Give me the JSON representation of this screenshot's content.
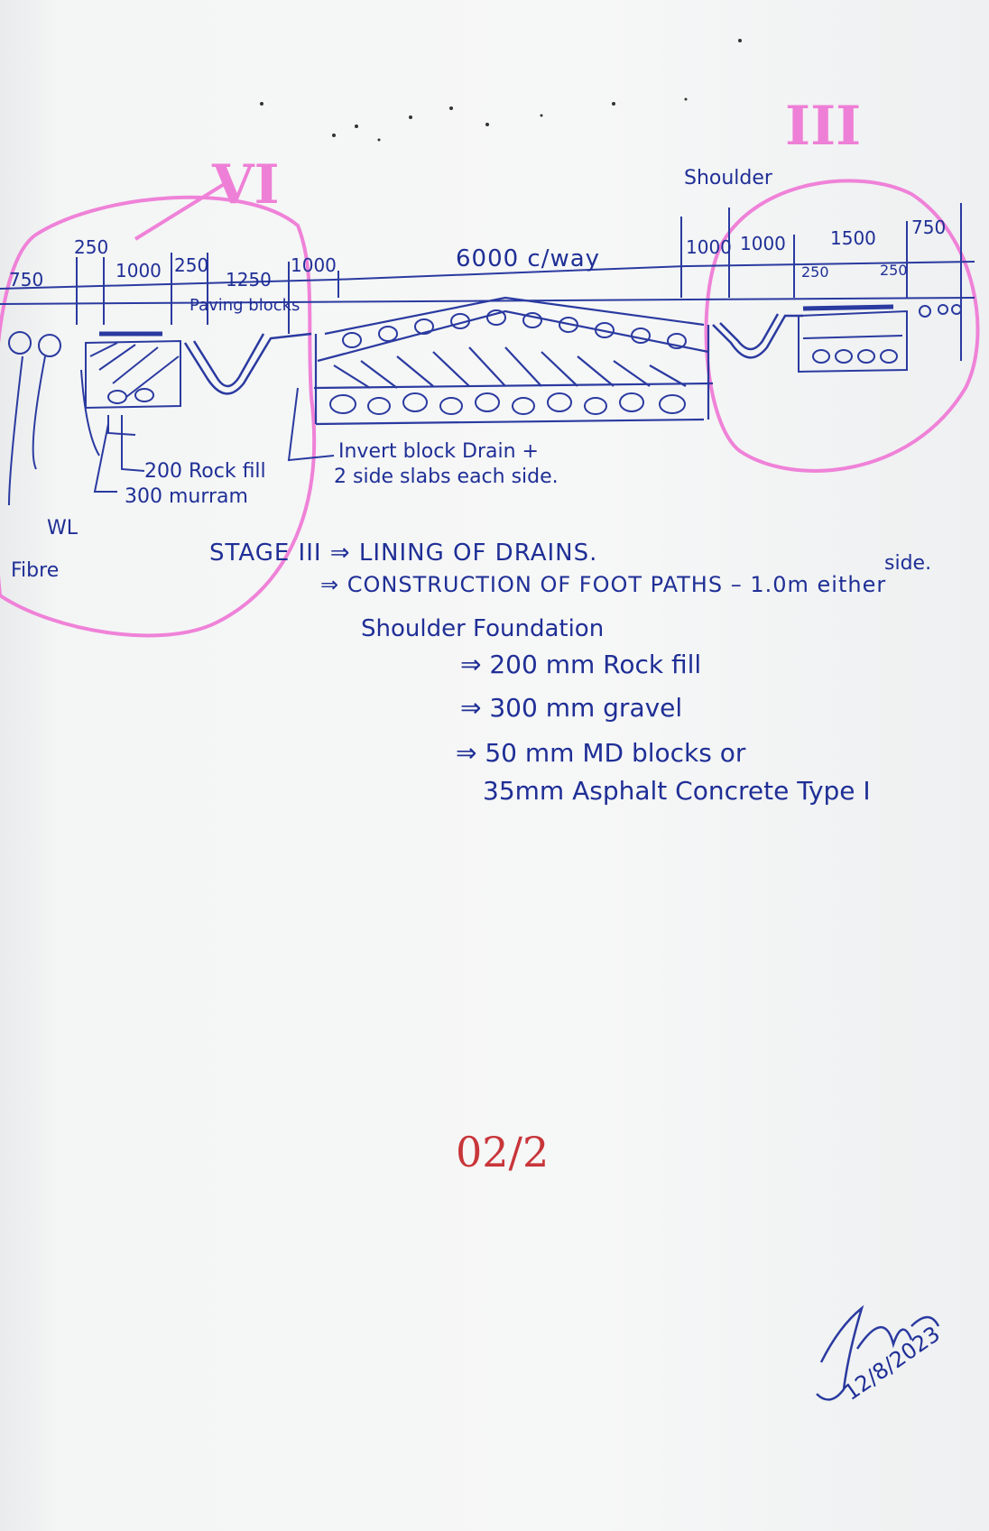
{
  "sheet": {
    "stage_left": "VI",
    "stage_right": "III",
    "dims_left": [
      "750",
      "250",
      "1000",
      "250",
      "1250",
      "1000"
    ],
    "paving_label": "Paving blocks",
    "carriageway": "6000 c/way",
    "shoulder_label": "Shoulder",
    "dims_right": [
      "1000",
      "1000",
      "1500",
      "750",
      "250",
      "250"
    ],
    "rock_fill": "200 Rock fill",
    "murram": "300 murram",
    "wl": "WL",
    "fibre": "Fibre",
    "invert": "Invert block Drain +",
    "invert2": "2 side slabs each side.",
    "stage_line": "STAGE III ⇒ LINING OF DRAINS.",
    "footpath_line": "⇒ CONSTRUCTION OF FOOT PATHS – 1.0m either",
    "footpath_side": "side.",
    "shoulder_found": "Shoulder Foundation",
    "spec1": "⇒ 200 mm Rock fill",
    "spec2": "⇒ 300 mm gravel",
    "spec3": "⇒ 50 mm MD blocks or",
    "spec4": "35mm Asphalt Concrete Type I",
    "page_num": "02/2",
    "signature_date": "12/8/2023"
  }
}
